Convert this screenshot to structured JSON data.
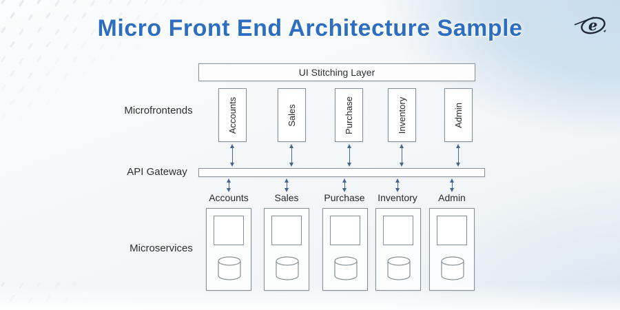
{
  "title": "Micro Front End Architecture Sample",
  "logo": {
    "letter": "e"
  },
  "left_labels": {
    "microfrontends": "Microfrontends",
    "api_gateway": "API Gateway",
    "microservices": "Microservices"
  },
  "stitching_layer": {
    "label": "UI Stitching Layer"
  },
  "microfrontends": [
    "Accounts",
    "Sales",
    "Purchase",
    "Inventory",
    "Admin"
  ],
  "services": [
    "Accounts",
    "Sales",
    "Purchase",
    "Inventory",
    "Admin"
  ],
  "colors": {
    "title_blue": "#2d6ec0",
    "box_border": "#848d95",
    "arrow_blue": "#47648f",
    "corner_blue": "#c9dded",
    "text": "#2b2f33"
  }
}
